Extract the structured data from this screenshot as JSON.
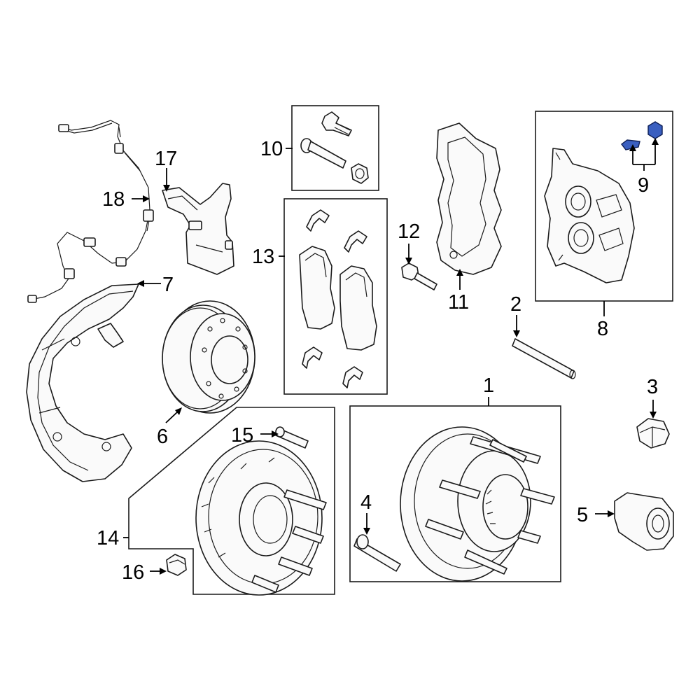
{
  "diagram": {
    "callouts": {
      "c1": "1",
      "c2": "2",
      "c3": "3",
      "c4": "4",
      "c5": "5",
      "c6": "6",
      "c7": "7",
      "c8": "8",
      "c9": "9",
      "c10": "10",
      "c11": "11",
      "c12": "12",
      "c13": "13",
      "c14": "14",
      "c15": "15",
      "c16": "16",
      "c17": "17",
      "c18": "18"
    },
    "highlight_color": "#3a5fc0",
    "line_color": "#1a1a1a"
  }
}
